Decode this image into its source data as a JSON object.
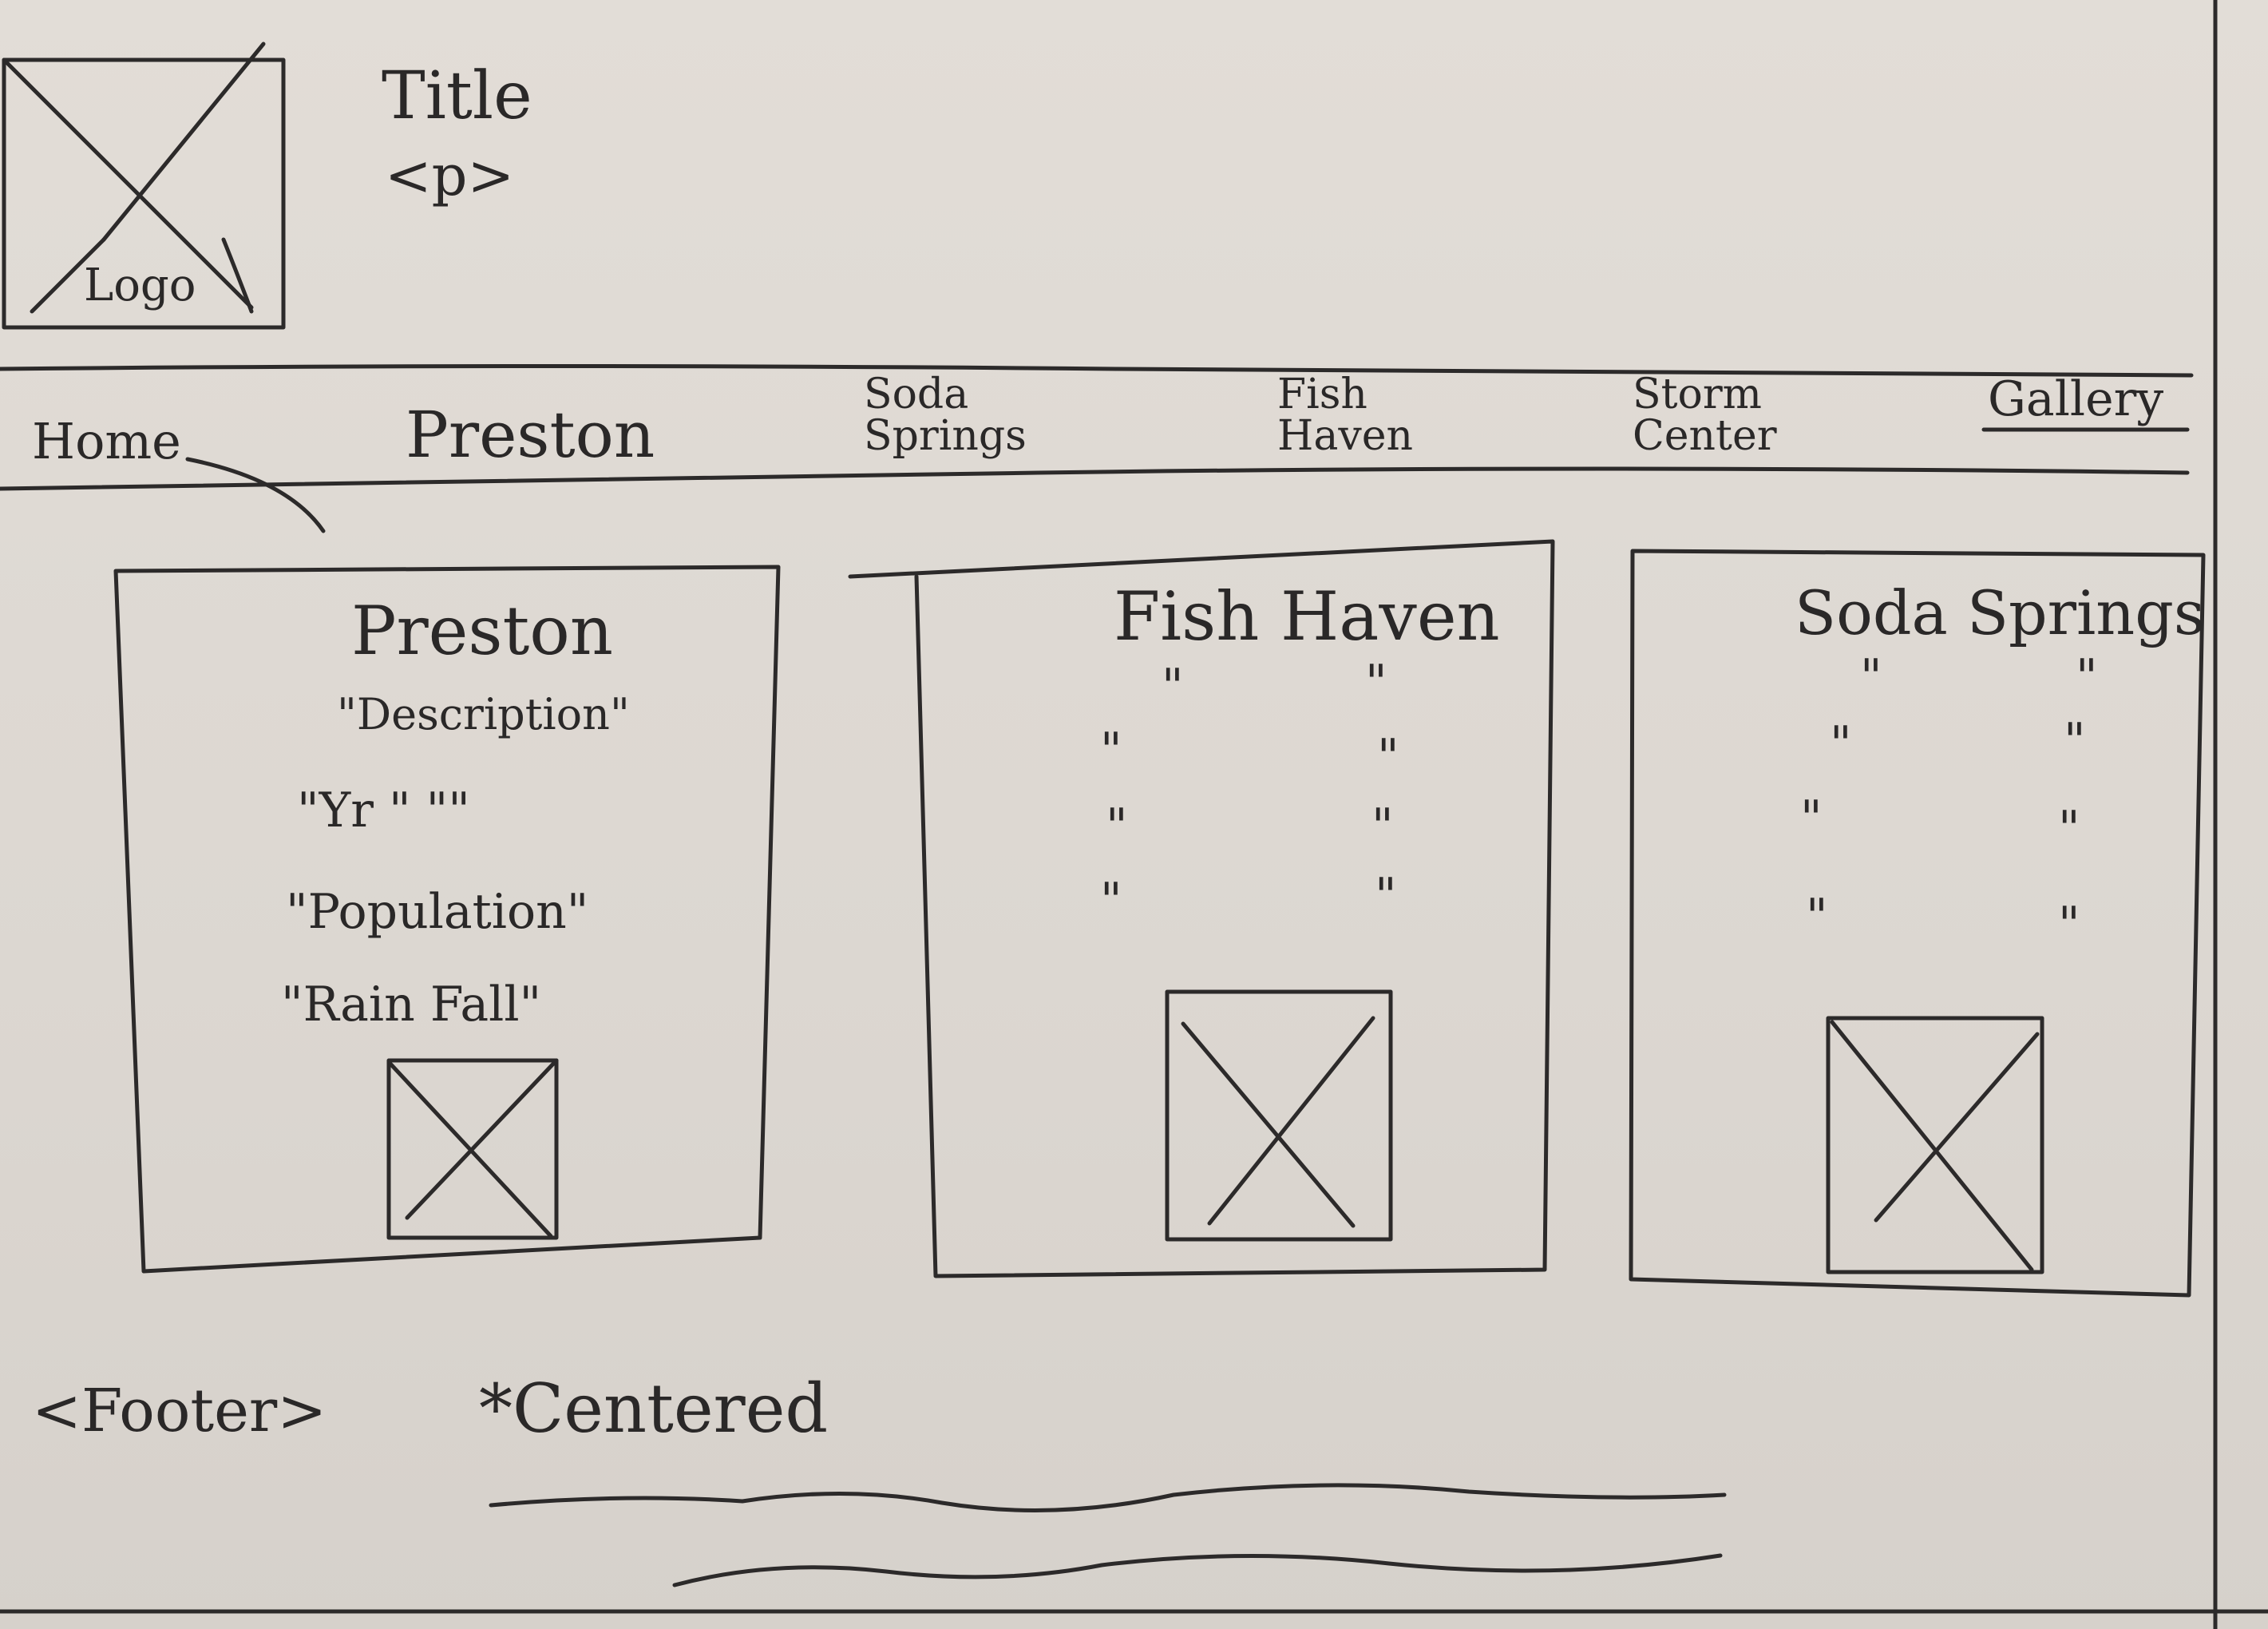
{
  "header": {
    "logo_label": "Logo",
    "title": "Title",
    "paragraph": "<p>"
  },
  "nav": {
    "items": [
      {
        "label": "Home"
      },
      {
        "label": "Preston"
      },
      {
        "label_line1": "Soda",
        "label_line2": "Springs"
      },
      {
        "label_line1": "Fish",
        "label_line2": "Haven"
      },
      {
        "label_line1": "Storm",
        "label_line2": "Center"
      },
      {
        "label": "Gallery"
      }
    ]
  },
  "cards": [
    {
      "title": "Preston",
      "lines": [
        "\"Description\"",
        "\"Yr \" \"\"",
        "\"Population\"",
        "\"Rain Fall\""
      ]
    },
    {
      "title": "Fish Haven",
      "ditto_rows": 4
    },
    {
      "title": "Soda Springs",
      "ditto_rows": 4
    }
  ],
  "footer": {
    "label": "<Footer>",
    "note": "*Centered"
  },
  "ditto_left": "\"",
  "ditto_right": "\""
}
